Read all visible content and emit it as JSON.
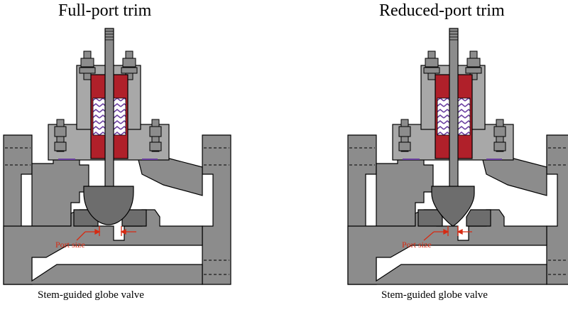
{
  "diagrams": [
    {
      "title": "Full-port trim",
      "port_label": "Port size",
      "caption": "Stem-guided globe valve",
      "plug": "full-port"
    },
    {
      "title": "Reduced-port trim",
      "port_label": "Port size",
      "caption": "Stem-guided globe valve",
      "plug": "reduced-port"
    }
  ],
  "colors": {
    "body": "#8c8c8c",
    "body_light": "#a8a8a8",
    "packing": "#b0202a",
    "packing_rings": "#6a3fa0",
    "outline": "#000000",
    "annotation": "#d62a12"
  }
}
